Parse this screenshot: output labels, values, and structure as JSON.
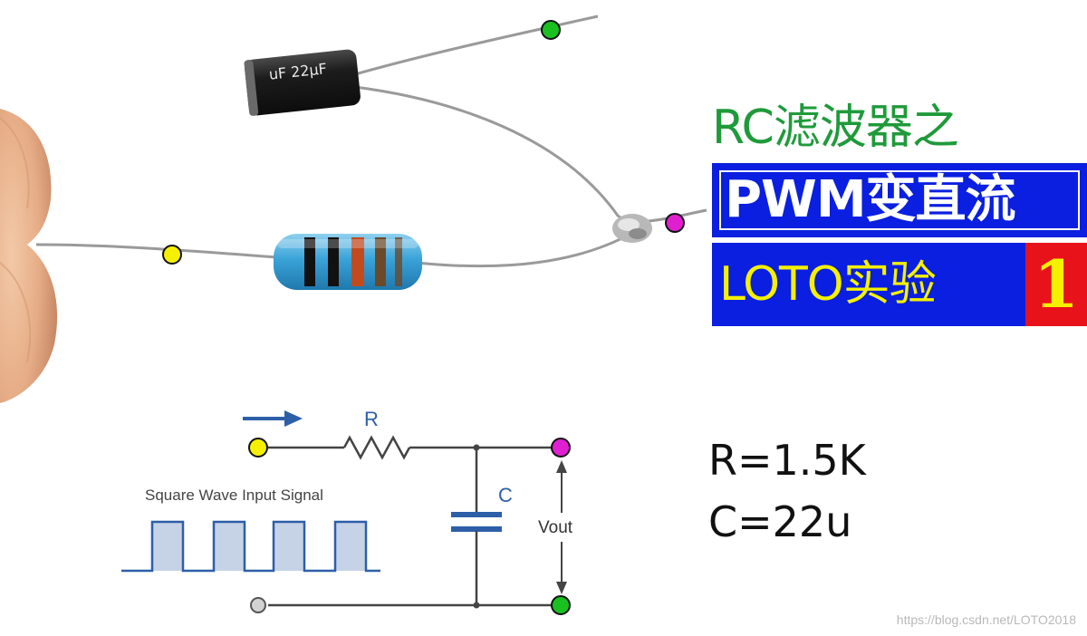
{
  "title": {
    "line1": "RC滤波器之",
    "line2": "PWM变直流",
    "line3": "LOTO实验",
    "number": "1"
  },
  "params": {
    "r": "R=1.5K",
    "c": "C=22u"
  },
  "diagram": {
    "resistor_label": "R",
    "capacitor_label": "C",
    "output_label": "Vout",
    "input_signal_label": "Square Wave Input Signal"
  },
  "photo": {
    "capacitor_marking": "uF  22μF"
  },
  "watermark": "https://blog.csdn.net/LOTO2018",
  "colors": {
    "title_green": "#1f9a3a",
    "banner_blue": "#0a1fe0",
    "badge_red": "#e8121b",
    "text_yellow": "#f4f000",
    "node_yellow": "#f4f000",
    "node_magenta": "#e020d0",
    "node_green": "#19c020",
    "wire_blue": "#2d5fa8"
  }
}
